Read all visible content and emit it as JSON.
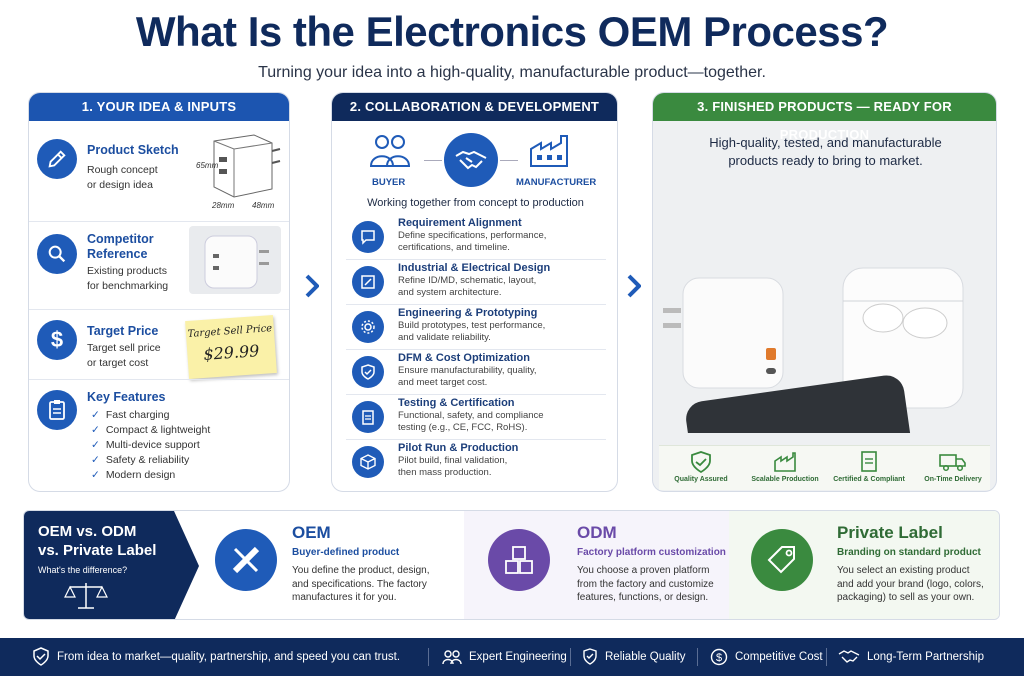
{
  "title": "What Is the Electronics OEM Process?",
  "subtitle": "Turning your idea into a high-quality, manufacturable product—together.",
  "panel1": {
    "header": "1. YOUR IDEA & INPUTS",
    "sketch": {
      "title": "Product Sketch",
      "text1": "Rough concept",
      "text2": "or design idea",
      "dim_h": "65mm",
      "dim_w": "28mm",
      "dim_d": "48mm"
    },
    "competitor": {
      "title1": "Competitor",
      "title2": "Reference",
      "text1": "Existing products",
      "text2": "for benchmarking"
    },
    "price": {
      "title": "Target Price",
      "text1": "Target sell price",
      "text2": "or target cost",
      "note_label": "Target Sell Price",
      "note_value": "$29.99"
    },
    "features": {
      "title": "Key Features",
      "items": [
        "Fast charging",
        "Compact & lightweight",
        "Multi-device support",
        "Safety & reliability",
        "Modern design"
      ]
    }
  },
  "panel2": {
    "header": "2. COLLABORATION & DEVELOPMENT",
    "buyer": "BUYER",
    "manufacturer": "MANUFACTURER",
    "tagline": "Working together from concept to production",
    "steps": [
      {
        "title": "Requirement Alignment",
        "l1": "Define specifications, performance,",
        "l2": "certifications, and timeline.",
        "l3": ""
      },
      {
        "title": "Industrial & Electrical Design",
        "l1": "Refine ID/MD, schematic, layout,",
        "l2": "and system architecture.",
        "l3": ""
      },
      {
        "title": "Engineering & Prototyping",
        "l1": "Build prototypes, test performance,",
        "l2": "and validate reliability.",
        "l3": ""
      },
      {
        "title": "DFM & Cost Optimization",
        "l1": "Ensure manufacturability, quality,",
        "l2": "and meet target cost.",
        "l3": ""
      },
      {
        "title": "Testing & Certification",
        "l1": "Functional, safety, and compliance",
        "l2": "testing (e.g., CE, FCC, RoHS).",
        "l3": ""
      },
      {
        "title": "Pilot Run & Production",
        "l1": "Pilot build, final validation,",
        "l2": "then mass production.",
        "l3": ""
      }
    ]
  },
  "panel3": {
    "header": "3. FINISHED PRODUCTS — READY FOR PRODUCTION",
    "text1": "High-quality, tested, and manufacturable",
    "text2": "products ready to bring to market.",
    "badges": [
      "Quality Assured",
      "Scalable Production",
      "Certified & Compliant",
      "On-Time Delivery"
    ]
  },
  "compare": {
    "left_title1": "OEM vs. ODM",
    "left_title2": "vs. Private Label",
    "left_sub": "What's the difference?",
    "oem": {
      "title": "OEM",
      "sub": "Buyer-defined product",
      "l1": "You define the product, design,",
      "l2": "and specifications. The factory",
      "l3": "manufactures it for you."
    },
    "odm": {
      "title": "ODM",
      "sub": "Factory platform customization",
      "l1": "You choose a proven platform",
      "l2": "from the factory and customize",
      "l3": "features, functions, or design."
    },
    "pl": {
      "title": "Private Label",
      "sub": "Branding on standard product",
      "l1": "You select an existing product",
      "l2": "and add your brand (logo, colors,",
      "l3": "packaging) to sell as your own."
    }
  },
  "footer": {
    "tagline": "From idea to market—quality, partnership, and speed you can trust.",
    "items": [
      "Expert Engineering",
      "Reliable Quality",
      "Competitive Cost",
      "Long-Term Partnership"
    ]
  },
  "colors": {
    "navy": "#0f2a5c",
    "blue": "#1f5bb8",
    "green": "#3a8a3f",
    "purple": "#6a4aa8"
  }
}
